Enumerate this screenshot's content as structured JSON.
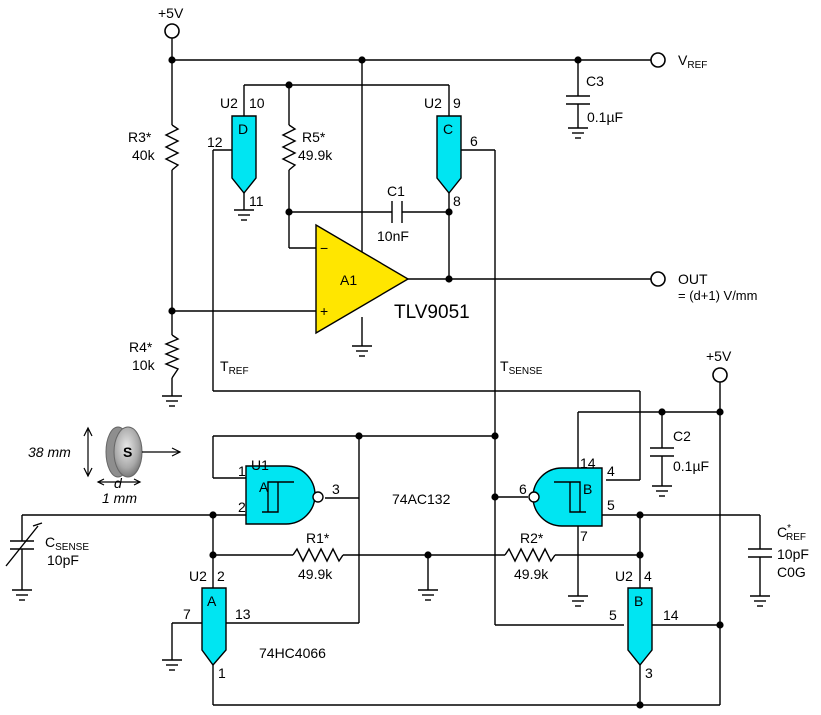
{
  "colors": {
    "gate_fill": "#00e5f2",
    "opamp_fill": "#ffe600",
    "wire": "#000000"
  },
  "supply": {
    "top_label": "+5V",
    "right_label": "+5V"
  },
  "outputs": {
    "vref_main": "V",
    "vref_sub": "REF",
    "out_label": "OUT",
    "out_formula": "= (d+1) V/mm"
  },
  "nodes": {
    "tref_main": "T",
    "tref_sub": "REF",
    "tsense_main": "T",
    "tsense_sub": "SENSE"
  },
  "resistors": {
    "r3_name": "R3*",
    "r3_value": "40k",
    "r4_name": "R4*",
    "r4_value": "10k",
    "r5_name": "R5*",
    "r5_value": "49.9k",
    "r1_name": "R1*",
    "r1_value": "49.9k",
    "r2_name": "R2*",
    "r2_value": "49.9k"
  },
  "capacitors": {
    "c1_name": "C1",
    "c1_value": "10nF",
    "c2_name": "C2",
    "c2_value": "0.1µF",
    "c3_name": "C3",
    "c3_value": "0.1µF",
    "csense_main": "C",
    "csense_sub": "SENSE",
    "csense_value": "10pF",
    "cref_main": "C",
    "cref_star": "*",
    "cref_sub": "REF",
    "cref_value": "10pF",
    "cref_type": "C0G"
  },
  "opamp": {
    "name": "A1",
    "part": "TLV9051",
    "minus": "−",
    "plus": "+"
  },
  "switches": {
    "u2d": {
      "ref": "U2",
      "letter": "D",
      "pin_top": "10",
      "pin_side": "12",
      "pin_bottom": "11"
    },
    "u2c": {
      "ref": "U2",
      "letter": "C",
      "pin_top": "9",
      "pin_side": "6",
      "pin_bottom": "8"
    },
    "u2a": {
      "ref": "U2",
      "letter": "A",
      "pin_top": "2",
      "pin_left": "7",
      "pin_right": "13",
      "pin_bottom": "1"
    },
    "u2b": {
      "ref": "U2",
      "letter": "B",
      "pin_top": "4",
      "pin_left": "5",
      "pin_right": "14",
      "pin_bottom": "3"
    },
    "part": "74HC4066"
  },
  "gates": {
    "u1a": {
      "ref": "U1",
      "letter": "A",
      "pin_in1": "1",
      "pin_in2": "2",
      "pin_out": "3"
    },
    "u1b": {
      "letter": "B",
      "pin_vcc": "14",
      "pin_in": "4",
      "pin_out": "5",
      "pin_inv": "6",
      "pin_gnd": "7"
    },
    "part": "74AC132"
  },
  "sensor": {
    "height": "38 mm",
    "letter": "S",
    "gap": "d",
    "gap_value": "1 mm"
  }
}
